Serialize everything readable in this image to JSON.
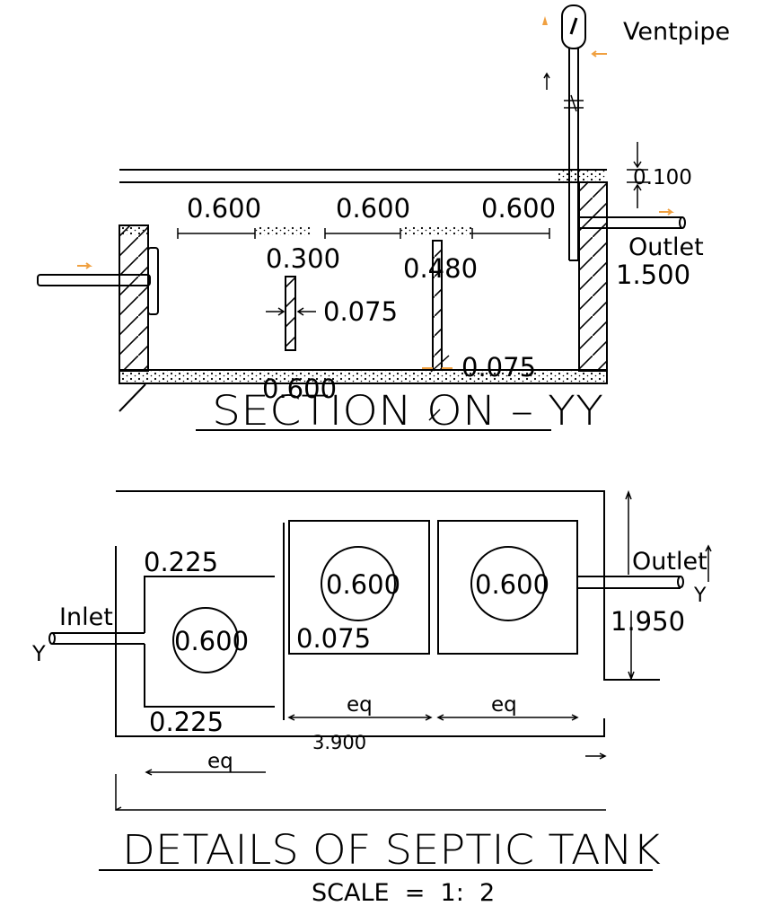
{
  "section": {
    "title": "SECTION ON – YY",
    "ventpipe_label": "Ventpipe",
    "outlet_label": "Outlet",
    "dim_top_slab": "0.100",
    "dim_span_1": "0.600",
    "dim_span_2": "0.600",
    "dim_span_3": "0.600",
    "dim_baffle_depth": "0.300",
    "dim_baffle_thk": "0.075",
    "dim_partition_height": "0.480",
    "dim_partition_thk": "0.075",
    "dim_depth": "1.500",
    "dim_bottom": "0.600"
  },
  "plan": {
    "inlet_label": "Inlet",
    "outlet_label": "Outlet",
    "y_left": "Y",
    "y_right": "Y",
    "dim_wall_top": "0.225",
    "dim_wall_bottom": "0.225",
    "dim_manhole_1": "0.600",
    "dim_manhole_2": "0.600",
    "dim_manhole_3": "0.600",
    "dim_partition": "0.075",
    "dim_width": "1.950",
    "dim_eq_1": "eq",
    "dim_eq_2": "eq",
    "dim_eq_3": "eq",
    "dim_length": "3.900"
  },
  "footer": {
    "title": "DETAILS OF SEPTIC TANK",
    "scale": "SCALE  =  1:  2"
  },
  "colors": {
    "line": "#000000",
    "arrow_accent": "#f0a040",
    "background": "#ffffff"
  }
}
